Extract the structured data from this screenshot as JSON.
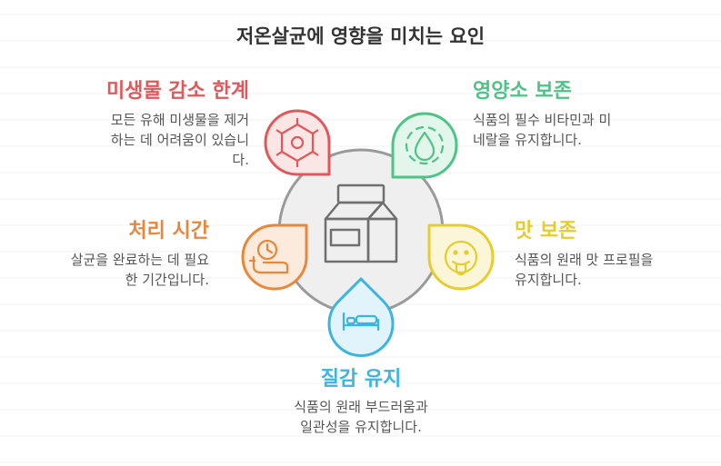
{
  "title": "저온살균에 영향을 미치는 요인",
  "colors": {
    "red": "#e0585b",
    "green": "#4cc485",
    "orange": "#e8873a",
    "yellow": "#e8cc2c",
    "blue": "#3bb5e0",
    "gray": "#9a9a9a"
  },
  "factors": [
    {
      "title": "미생물 감소 한계",
      "desc_lines": [
        "모든 유해 미생물을 제거",
        "하는 데 어려움이 있습니",
        "다."
      ],
      "icon": "virus-icon"
    },
    {
      "title": "영양소 보존",
      "desc_lines": [
        "식품의 필수 비타민과 미",
        "네랄을 유지합니다."
      ],
      "icon": "water-drop-icon"
    },
    {
      "title": "처리 시간",
      "desc_lines": [
        "살균을 완료하는 데 필요",
        "한 기간입니다."
      ],
      "icon": "timer-icon"
    },
    {
      "title": "맛 보존",
      "desc_lines": [
        "식품의 원래 맛 프로필을",
        "유지합니다."
      ],
      "icon": "tongue-face-icon"
    },
    {
      "title": "질감 유지",
      "desc_lines": [
        "식품의 원래 부드러움과",
        "일관성을 유지합니다."
      ],
      "icon": "bed-icon"
    }
  ],
  "center_icon": "milk-carton-icon"
}
